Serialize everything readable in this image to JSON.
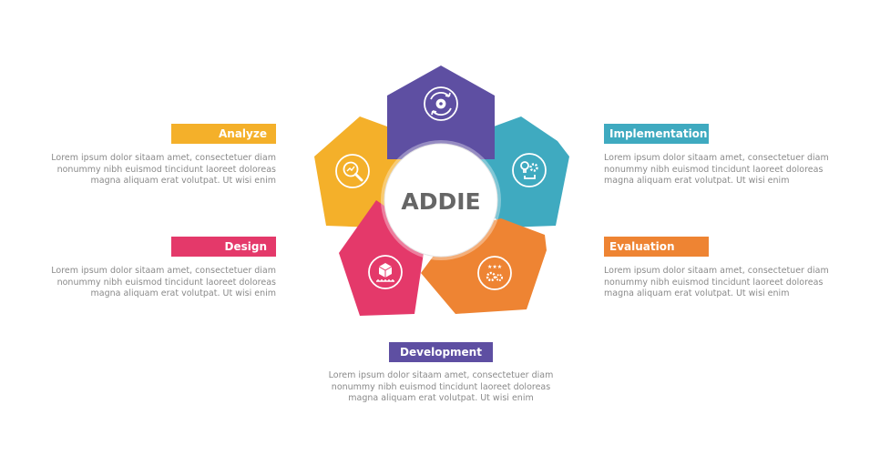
{
  "center_title": "ADDIE",
  "stages": [
    {
      "name": "Analyze",
      "color": "#F4B02A",
      "icon": "magnifier-chart-icon",
      "desc": [
        "Lorem ipsum dolor sitaam amet, consectetuer diam",
        "nonummy  nibh euismod tincidunt laoreet doloreas",
        "magna aliquam erat volutpat. Ut wisi enim"
      ]
    },
    {
      "name": "Design",
      "color": "#E4396A",
      "icon": "box-ruler-icon",
      "desc": [
        "Lorem ipsum dolor sitaam amet, consectetuer diam",
        "nonummy  nibh euismod tincidunt laoreet doloreas",
        "magna aliquam erat volutpat. Ut wisi enim"
      ]
    },
    {
      "name": "Development",
      "color": "#5E4FA2",
      "icon": "gear-cycle-icon",
      "desc": [
        "Lorem ipsum dolor sitaam amet, consectetuer diam",
        "nonummy  nibh euismod tincidunt laoreet doloreas",
        "magna aliquam erat volutpat. Ut wisi enim"
      ]
    },
    {
      "name": "Implementation",
      "color": "#3FAAC0",
      "icon": "bulb-gear-icon",
      "desc": [
        "Lorem ipsum dolor sitaam amet, consectetuer diam",
        "nonummy  nibh euismod tincidunt laoreet doloreas",
        "magna aliquam erat volutpat. Ut wisi enim"
      ]
    },
    {
      "name": "Evaluation",
      "color": "#EE8433",
      "icon": "stars-gears-icon",
      "desc": [
        "Lorem ipsum dolor sitaam amet, consectetuer diam",
        "nonummy  nibh euismod tincidunt laoreet doloreas",
        "magna aliquam erat volutpat. Ut wisi enim"
      ]
    }
  ]
}
